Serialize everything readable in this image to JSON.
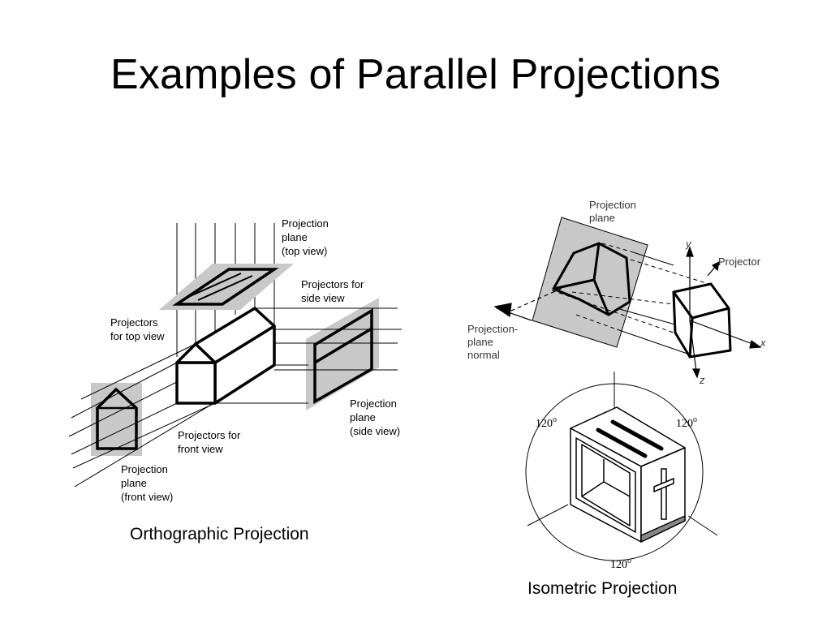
{
  "title": "Examples of Parallel Projections",
  "orthographic": {
    "caption": "Orthographic Projection",
    "labels": {
      "top_plane": [
        "Projection",
        "plane",
        "(top view)"
      ],
      "side_projectors": [
        "Projectors for",
        "side view"
      ],
      "top_projectors": [
        "Projectors",
        "for top view"
      ],
      "side_plane": [
        "Projection",
        "plane",
        "(side view)"
      ],
      "front_projectors": [
        "Projectors for",
        "front view"
      ],
      "front_plane": [
        "Projection",
        "plane",
        "(front view)"
      ]
    }
  },
  "isometric": {
    "caption": "Isometric Projection",
    "labels": {
      "projection_plane": [
        "Projection",
        "plane"
      ],
      "projector": "Projector",
      "plane_normal": [
        "Projection-",
        "plane",
        "normal"
      ],
      "axis_y": "y",
      "axis_x": "x",
      "axis_z": "z"
    },
    "angles": [
      "120",
      "120",
      "120"
    ],
    "angle_unit": "o"
  },
  "colors": {
    "plane_fill": "#c8c8c8",
    "line": "#000000"
  }
}
